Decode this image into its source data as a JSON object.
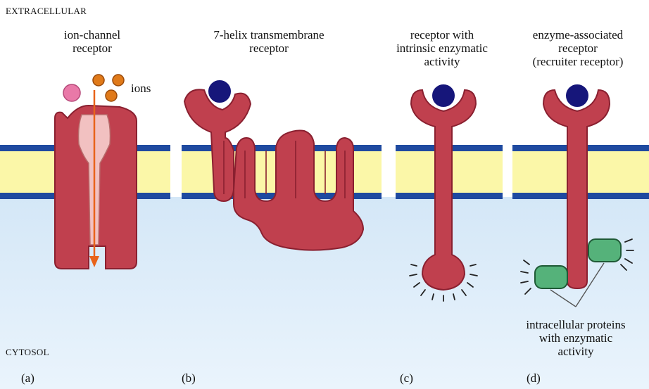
{
  "regions": {
    "extracellular": "EXTRACELLULAR",
    "cytosol": "CYTOSOL"
  },
  "receptors": {
    "a": {
      "tag": "(a)",
      "title": [
        "ion-channel",
        "receptor"
      ],
      "ions_label": "ions"
    },
    "b": {
      "tag": "(b)",
      "title": [
        "7-helix transmembrane",
        "receptor"
      ]
    },
    "c": {
      "tag": "(c)",
      "title": [
        "receptor with",
        "intrinsic enzymatic",
        "activity"
      ]
    },
    "d": {
      "tag": "(d)",
      "title": [
        "enzyme-associated",
        "receptor",
        "(recruiter receptor)"
      ],
      "proteins_label": [
        "intracellular proteins",
        "with enzymatic",
        "activity"
      ]
    }
  },
  "colors": {
    "receptor": "#c0404e",
    "receptor_stroke": "#8a2030",
    "ligand": "#16167a",
    "membrane_core": "#fbf7a8",
    "membrane_edge": "#1f4aa0",
    "cytosol": "#d6e9f8",
    "ion": "#e07a1a",
    "pink_ligand": "#e979a8",
    "channel_pore": "#f2c1c1",
    "enzyme": "#55b27a",
    "arrow": "#e8631a"
  }
}
